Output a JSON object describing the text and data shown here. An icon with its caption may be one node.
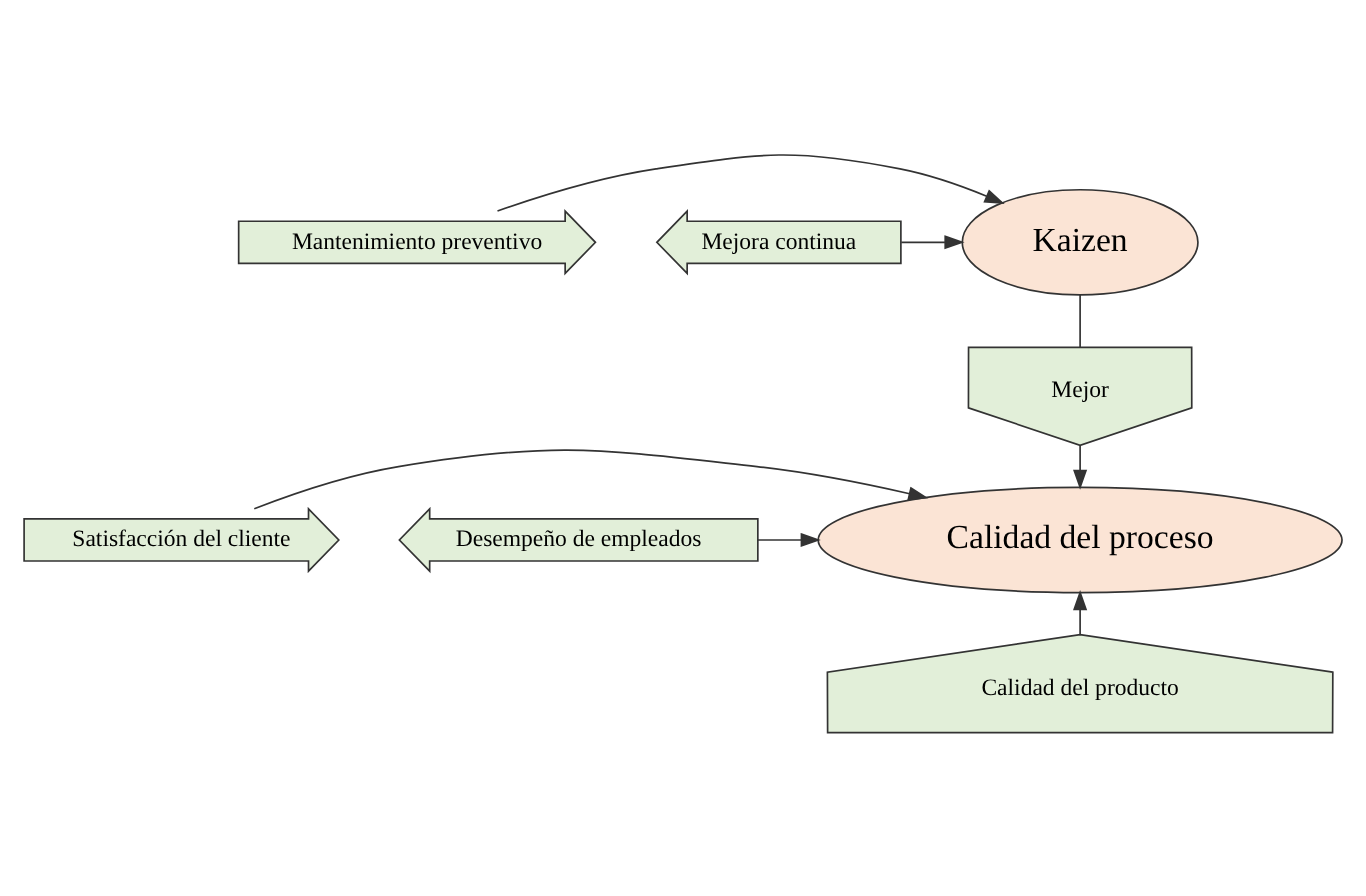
{
  "diagram": {
    "nodes": [
      {
        "text": [
          "Mantenimiento preventivo"
        ]
      },
      {
        "text": [
          "Kaizen"
        ]
      },
      {
        "text": [
          "Mejora continua"
        ]
      },
      {
        "text": [
          "Mejor"
        ]
      },
      {
        "text": [
          "Satisfacción del cliente"
        ]
      },
      {
        "text": [
          "Calidad del proceso"
        ]
      },
      {
        "text": [
          "Desempeño de empleados"
        ]
      },
      {
        "text": [
          "Calidad del producto"
        ]
      }
    ],
    "edges": [
      {
        "from": 0,
        "to": 1,
        "arrow": "to"
      },
      {
        "from": 2,
        "to": 1,
        "arrow": "to"
      },
      {
        "from": 1,
        "to": 3,
        "arrow": "none"
      },
      {
        "from": 3,
        "to": 5,
        "arrow": "to"
      },
      {
        "from": 4,
        "to": 5,
        "arrow": "to"
      },
      {
        "from": 6,
        "to": 5,
        "arrow": "to"
      },
      {
        "from": 7,
        "to": 5,
        "arrow": "to"
      }
    ]
  }
}
